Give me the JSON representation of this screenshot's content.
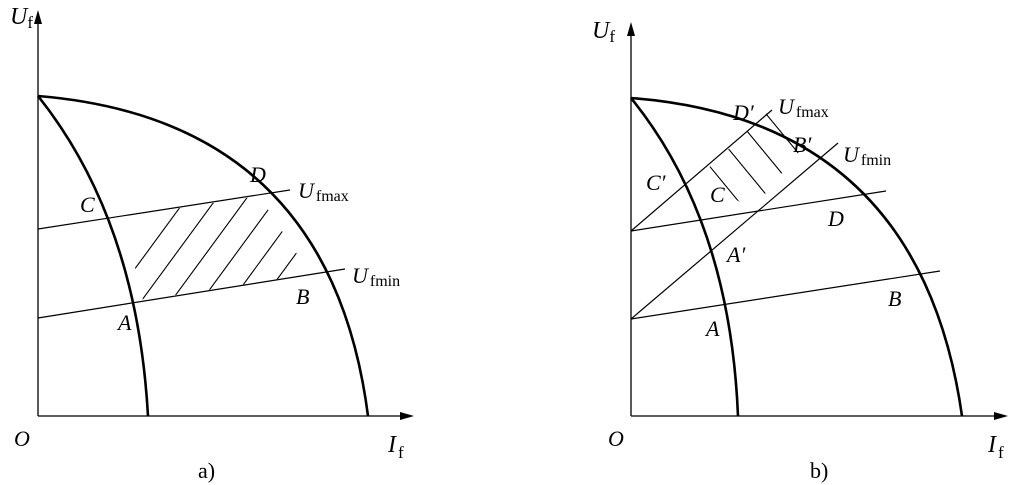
{
  "panel_a": {
    "y_axis": "U",
    "y_axis_sub": "f",
    "x_axis": "I",
    "x_axis_sub": "f",
    "origin": "O",
    "caption": "a)",
    "point_A": "A",
    "point_B": "B",
    "point_C": "C",
    "point_D": "D",
    "line_upper": "U",
    "line_upper_sub": "fmax",
    "line_lower": "U",
    "line_lower_sub": "fmin"
  },
  "panel_b": {
    "y_axis": "U",
    "y_axis_sub": "f",
    "x_axis": "I",
    "x_axis_sub": "f",
    "origin": "O",
    "caption": "b)",
    "point_A": "A",
    "point_B": "B",
    "point_C": "C",
    "point_D": "D",
    "point_A_prime": "A′",
    "point_B_prime": "B′",
    "point_C_prime": "C′",
    "point_D_prime": "D′",
    "line_upper": "U",
    "line_upper_sub": "fmax",
    "line_lower": "U",
    "line_lower_sub": "fmin"
  }
}
